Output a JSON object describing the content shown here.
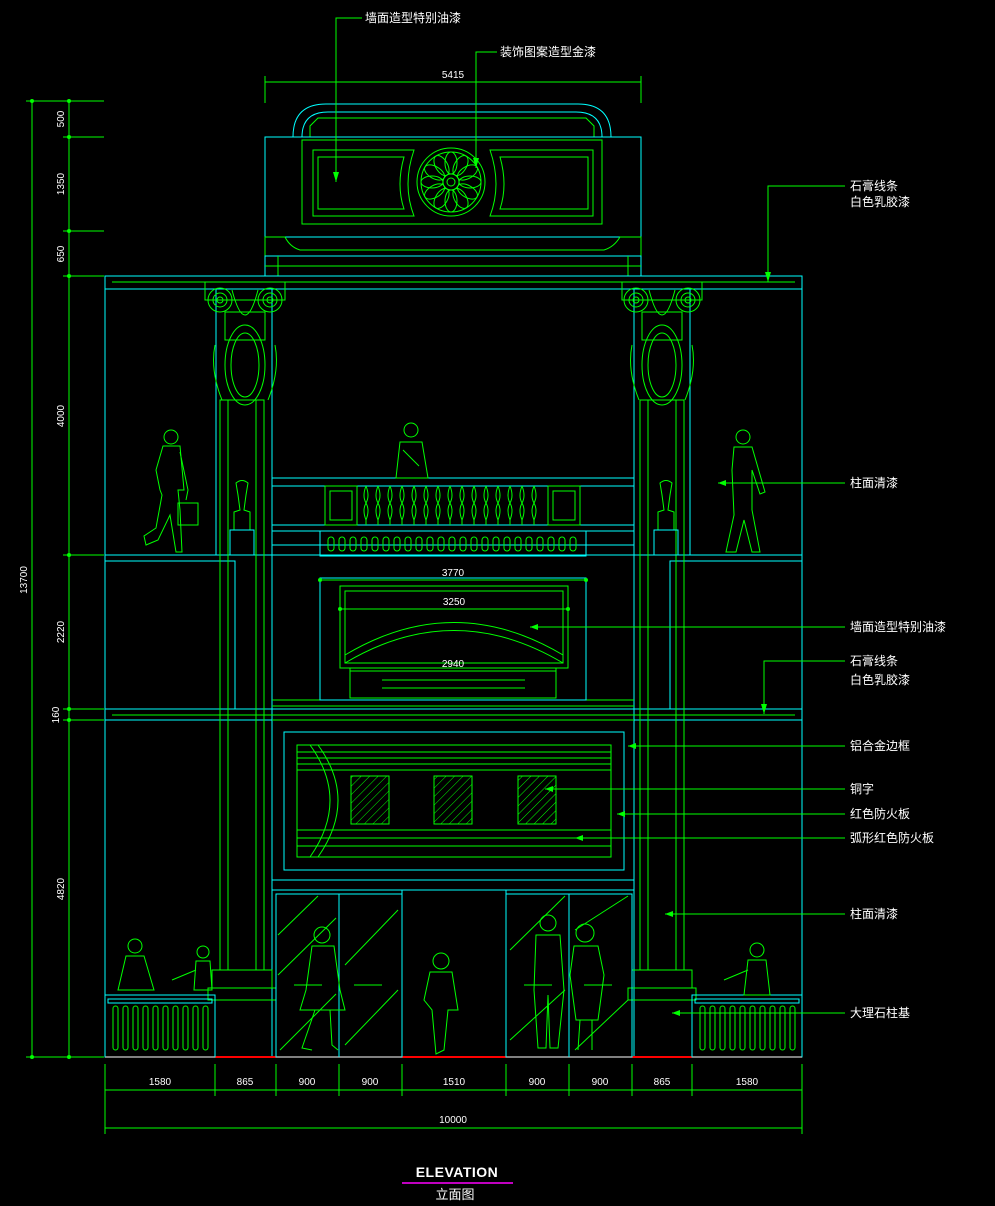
{
  "drawing": {
    "title": "ELEVATION",
    "subtitle": "立面图"
  },
  "callouts": {
    "wall_paint_top": "墙面造型特别油漆",
    "gold_paint": "装饰图案造型金漆",
    "plaster_1_line1": "石膏线条",
    "plaster_1_line2": "白色乳胶漆",
    "column_varnish_1": "柱面清漆",
    "wall_paint_mid": "墙面造型特别油漆",
    "plaster_2_line1": "石膏线条",
    "plaster_2_line2": "白色乳胶漆",
    "aluminum_frame": "铝合金边框",
    "copper_letters": "铜字",
    "red_board": "红色防火板",
    "arc_red_board": "弧形红色防火板",
    "column_varnish_2": "柱面清漆",
    "marble_base": "大理石柱基"
  },
  "dimensions": {
    "top_width": "5415",
    "inner_3770": "3770",
    "inner_3250": "3250",
    "inner_2940": "2940",
    "total_height": "13700",
    "v_500": "500",
    "v_1350": "1350",
    "v_650": "650",
    "v_4000": "4000",
    "v_2220": "2220",
    "v_160": "160",
    "v_4820": "4820",
    "bottom": [
      "1580",
      "865",
      "900",
      "900",
      "1510",
      "900",
      "900",
      "865",
      "1580"
    ],
    "total_width": "10000"
  },
  "colors": {
    "line_green": "#00ff00",
    "line_cyan": "#00ffff",
    "ground_red": "#ff0000",
    "title_underline": "#ff00ff"
  }
}
